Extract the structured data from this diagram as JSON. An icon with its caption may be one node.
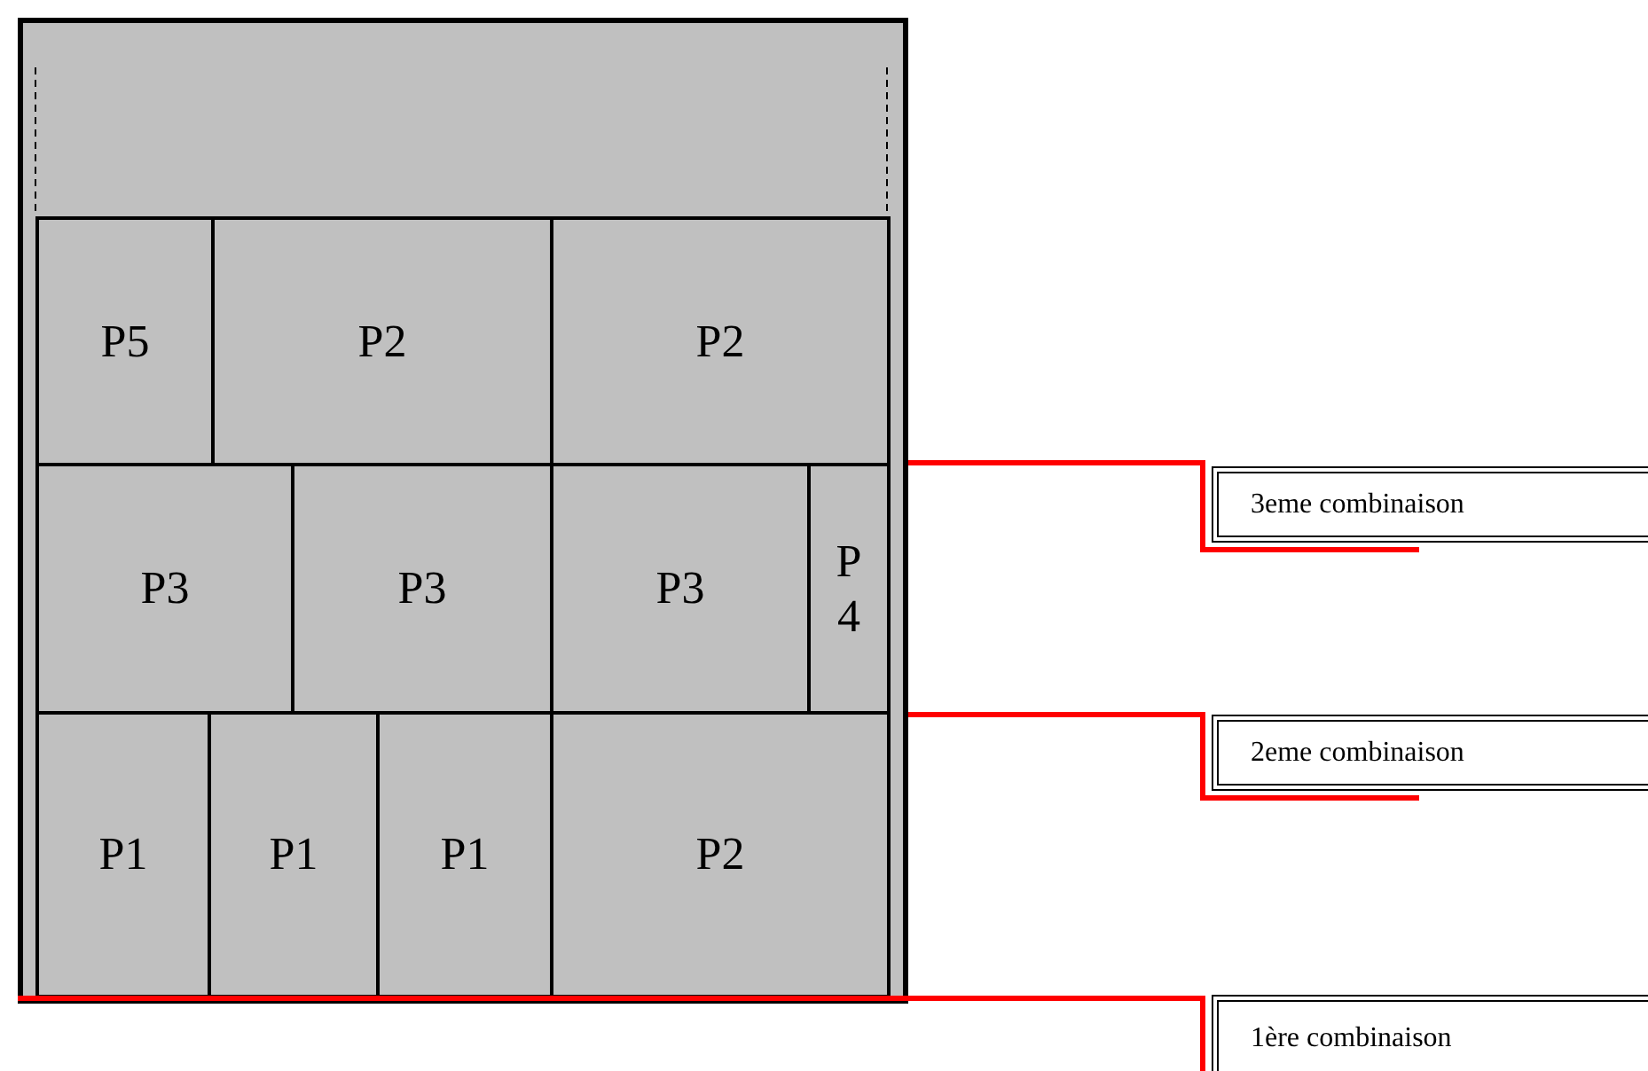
{
  "diagram": {
    "nodes": [
      {
        "text": [],
        "shape": "box"
      },
      {
        "text": [
          "P5"
        ],
        "in": 0
      },
      {
        "text": [
          "P2"
        ],
        "in": 0
      },
      {
        "text": [
          "P2"
        ],
        "in": 0
      },
      {
        "text": [
          "P3"
        ],
        "in": 0
      },
      {
        "text": [
          "P3"
        ],
        "in": 0
      },
      {
        "text": [
          "P3"
        ],
        "in": 0
      },
      {
        "text": [
          "P4"
        ],
        "in": 0
      },
      {
        "text": [
          "P1"
        ],
        "in": 0
      },
      {
        "text": [
          "P1"
        ],
        "in": 0
      },
      {
        "text": [
          "P1"
        ],
        "in": 0
      },
      {
        "text": [
          "P2"
        ],
        "in": 0
      },
      {
        "text": [
          "3eme combinaison"
        ]
      },
      {
        "text": [
          "2eme combinaison"
        ]
      },
      {
        "text": [
          "1ère combinaison"
        ]
      }
    ],
    "edges": [
      {
        "from": 0,
        "to": 12,
        "arrow": "none"
      },
      {
        "from": 0,
        "to": 13,
        "arrow": "none"
      },
      {
        "from": 0,
        "to": 14,
        "arrow": "none"
      }
    ]
  }
}
